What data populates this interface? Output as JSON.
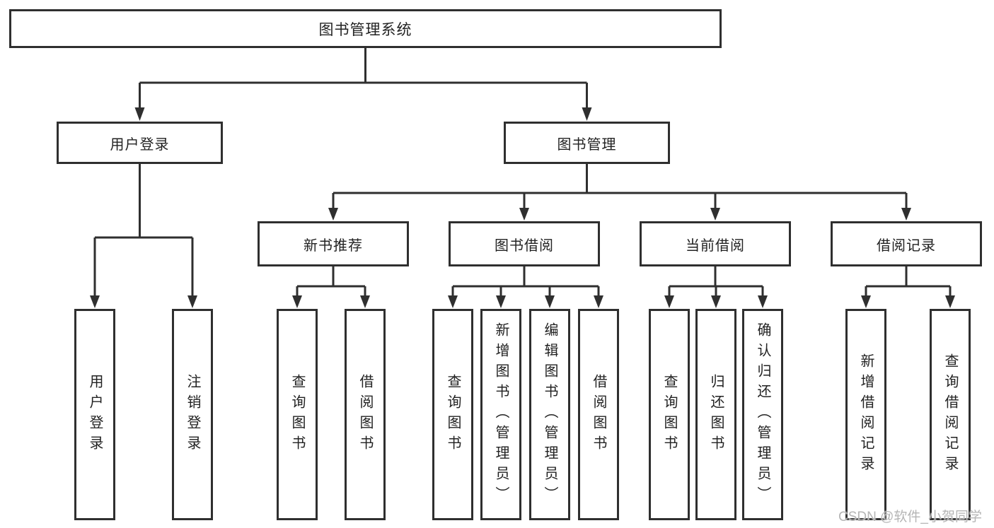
{
  "diagram": {
    "title": "图书管理系统",
    "watermark": "CSDN @软件_小贺同学",
    "colors": {
      "line": "#2f2f2f",
      "text": "#222222",
      "background": "#ffffff",
      "watermark": "#b5b5b5"
    },
    "tree": {
      "root": {
        "label": "图书管理系统"
      },
      "level2": [
        {
          "label": "用户登录"
        },
        {
          "label": "图书管理"
        }
      ],
      "level3": [
        {
          "label": "新书推荐"
        },
        {
          "label": "图书借阅"
        },
        {
          "label": "当前借阅"
        },
        {
          "label": "借阅记录"
        }
      ],
      "leaves": [
        {
          "label": "用户登录",
          "parent": "用户登录"
        },
        {
          "label": "注销登录",
          "parent": "用户登录"
        },
        {
          "label": "查询图书",
          "parent": "新书推荐"
        },
        {
          "label": "借阅图书",
          "parent": "新书推荐"
        },
        {
          "label": "查询图书",
          "parent": "图书借阅"
        },
        {
          "label": "新增图书（管理员）",
          "parent": "图书借阅"
        },
        {
          "label": "编辑图书（管理员）",
          "parent": "图书借阅"
        },
        {
          "label": "借阅图书",
          "parent": "图书借阅"
        },
        {
          "label": "查询图书",
          "parent": "当前借阅"
        },
        {
          "label": "归还图书",
          "parent": "当前借阅"
        },
        {
          "label": "确认归还（管理员）",
          "parent": "当前借阅"
        },
        {
          "label": "新增借阅记录",
          "parent": "借阅记录"
        },
        {
          "label": "查询借阅记录",
          "parent": "借阅记录"
        }
      ]
    }
  }
}
